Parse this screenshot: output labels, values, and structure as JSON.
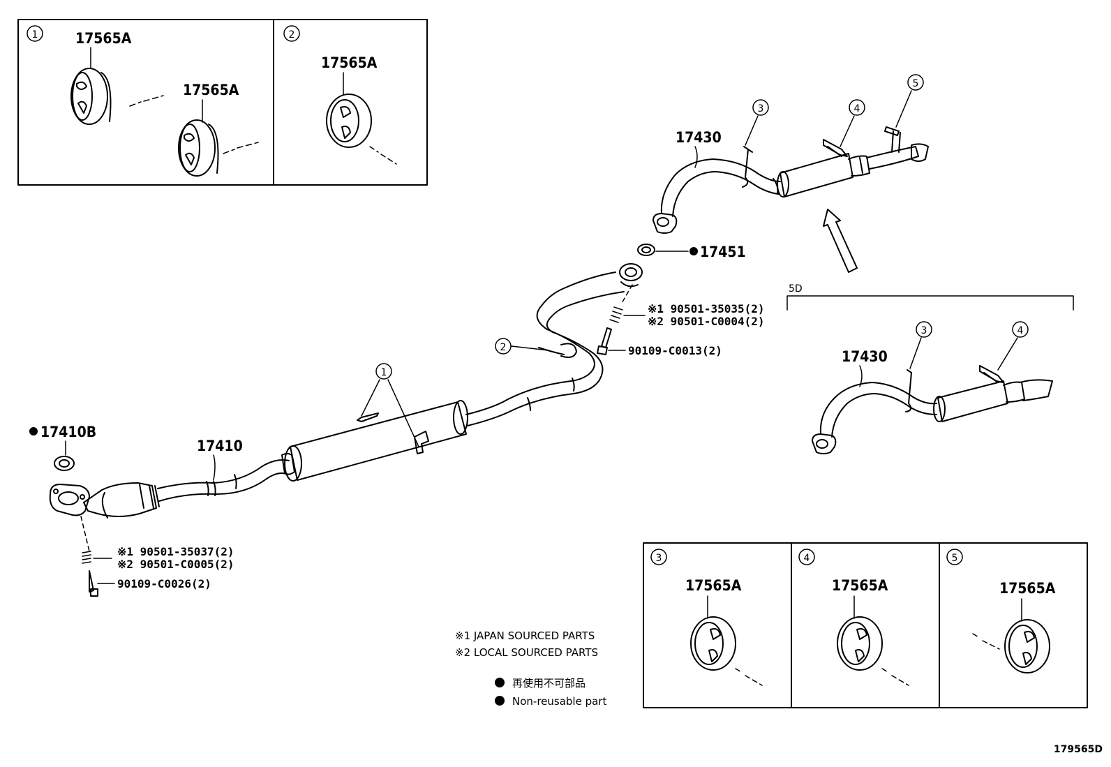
{
  "diagram_id": "179565D",
  "callouts": {
    "c1": "1",
    "c2": "2",
    "c3": "3",
    "c4": "4",
    "c5": "5"
  },
  "details": {
    "d1": {
      "num": "1",
      "label_a": "17565A",
      "label_b": "17565A"
    },
    "d2": {
      "num": "2",
      "label": "17565A"
    },
    "d3": {
      "num": "3",
      "label": "17565A"
    },
    "d4": {
      "num": "4",
      "label": "17565A"
    },
    "d5": {
      "num": "5",
      "label": "17565A"
    }
  },
  "main": {
    "front_pipe": "17410",
    "gasket_front": "17410B",
    "gasket_rear": "17451",
    "spring_front_1": "※1 90501-35037(2)",
    "spring_front_2": "※2 90501-C0005(2)",
    "bolt_front": "90109-C0026(2)",
    "spring_rear_1": "※1 90501-35035(2)",
    "spring_rear_2": "※2 90501-C0004(2)",
    "bolt_rear": "90109-C0013(2)"
  },
  "tail_a": {
    "label": "17430"
  },
  "tail_b": {
    "label": "17430",
    "variant": "5D"
  },
  "legend": {
    "japan": "※1 JAPAN SOURCED PARTS",
    "local": "※2 LOCAL SOURCED PARTS",
    "non_reusable_jp": "再使用不可部品",
    "non_reusable_en": "Non-reusable part"
  }
}
